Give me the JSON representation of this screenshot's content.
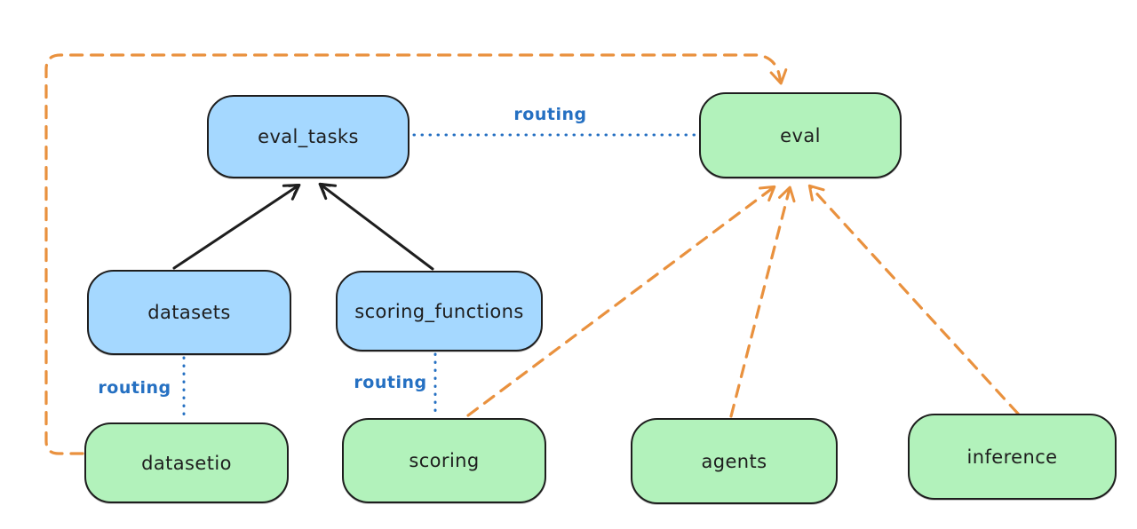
{
  "diagram": {
    "background": "#ffffff",
    "colors": {
      "blue_fill": "#a5d8ff",
      "green_fill": "#b2f2bb",
      "node_stroke": "#1e1e1e",
      "label_text": "#1e1e1e",
      "routing_blue": "#2570c2",
      "arrow_black": "#1e1e1e",
      "arrow_orange": "#e9913e"
    },
    "nodes": {
      "eval_tasks": {
        "label": "eval_tasks",
        "color": "blue"
      },
      "eval": {
        "label": "eval",
        "color": "green"
      },
      "datasets": {
        "label": "datasets",
        "color": "blue"
      },
      "scoring_functions": {
        "label": "scoring_functions",
        "color": "blue"
      },
      "datasetio": {
        "label": "datasetio",
        "color": "green"
      },
      "scoring": {
        "label": "scoring",
        "color": "green"
      },
      "agents": {
        "label": "agents",
        "color": "green"
      },
      "inference": {
        "label": "inference",
        "color": "green"
      }
    },
    "edge_labels": {
      "eval_tasks_to_eval": "routing",
      "datasets_to_datasetio": "routing",
      "scoring_functions_to_scoring": "routing"
    },
    "edges": [
      {
        "from": "datasets",
        "to": "eval_tasks",
        "style": "solid",
        "color": "black",
        "arrowhead": true
      },
      {
        "from": "scoring_functions",
        "to": "eval_tasks",
        "style": "solid",
        "color": "black",
        "arrowhead": true
      },
      {
        "from": "eval_tasks",
        "to": "eval",
        "style": "dotted",
        "color": "blue",
        "label": "routing",
        "arrowhead": false
      },
      {
        "from": "datasets",
        "to": "datasetio",
        "style": "dotted",
        "color": "blue",
        "label": "routing",
        "arrowhead": false
      },
      {
        "from": "scoring_functions",
        "to": "scoring",
        "style": "dotted",
        "color": "blue",
        "label": "routing",
        "arrowhead": false
      },
      {
        "from": "datasetio",
        "to": "eval",
        "style": "dashed",
        "color": "orange",
        "arrowhead": true,
        "route": "around-top-left"
      },
      {
        "from": "scoring",
        "to": "eval",
        "style": "dashed",
        "color": "orange",
        "arrowhead": true
      },
      {
        "from": "agents",
        "to": "eval",
        "style": "dashed",
        "color": "orange",
        "arrowhead": true
      },
      {
        "from": "inference",
        "to": "eval",
        "style": "dashed",
        "color": "orange",
        "arrowhead": true
      }
    ]
  }
}
